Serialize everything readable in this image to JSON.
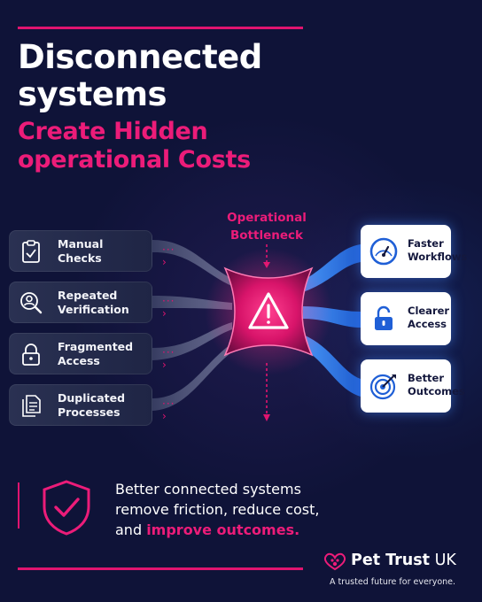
{
  "header": {
    "title_line1": "Disconnected",
    "title_line2": "systems",
    "subtitle_line1": "Create Hidden",
    "subtitle_line2": "operational Costs"
  },
  "bottleneck": {
    "label_line1": "Operational",
    "label_line2": "Bottleneck",
    "icon": "warning-icon"
  },
  "inputs": [
    {
      "line1": "Manual",
      "line2": "Checks",
      "icon": "clipboard-check-icon"
    },
    {
      "line1": "Repeated",
      "line2": "Verification",
      "icon": "user-search-icon"
    },
    {
      "line1": "Fragmented",
      "line2": "Access",
      "icon": "padlock-icon"
    },
    {
      "line1": "Duplicated",
      "line2": "Processes",
      "icon": "documents-icon"
    }
  ],
  "outputs": [
    {
      "line1": "Faster",
      "line2": "Workflows",
      "icon": "speedometer-icon"
    },
    {
      "line1": "Clearer",
      "line2": "Access",
      "icon": "unlocked-padlock-icon"
    },
    {
      "line1": "Better",
      "line2": "Outcomes",
      "icon": "target-icon"
    }
  ],
  "footer": {
    "line1": "Better connected systems",
    "line2": "remove friction, reduce cost,",
    "line3_prefix": "and ",
    "line3_highlight": "improve outcomes.",
    "icon": "shield-check-icon"
  },
  "brand": {
    "name": "Pet Trust",
    "suffix": " UK",
    "tagline": "A trusted future for everyone.",
    "icon": "heart-paw-logo-icon"
  },
  "colors": {
    "background": "#0f1338",
    "accent_pink": "#ec1c79",
    "accent_blue": "#2f6fe0",
    "card_white": "#ffffff"
  }
}
